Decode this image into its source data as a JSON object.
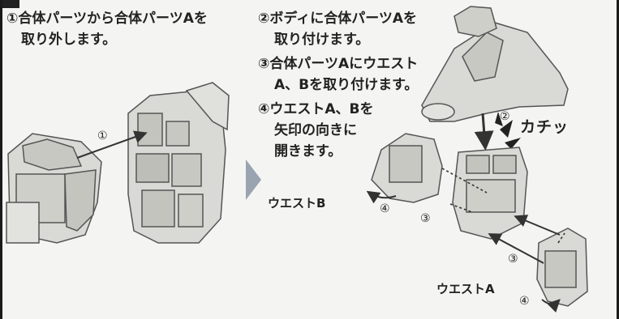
{
  "step1": {
    "line1": "①合体パーツから合体パーツAを",
    "line2": "取り外します。"
  },
  "step2": {
    "line1": "②ボディに合体パーツAを",
    "line2": "取り付けます。"
  },
  "step3": {
    "line1": "③合体パーツAにウエスト",
    "line2": "A、Bを取り付けます。"
  },
  "step4": {
    "line1": "④ウエストA、Bを",
    "line2": "矢印の向きに",
    "line3": "開きます。"
  },
  "labels": {
    "waist_b": "ウエストB",
    "waist_a": "ウエストA",
    "sound": "カチッ"
  },
  "markers": {
    "one": "①",
    "two": "②",
    "three": "③",
    "four": "④"
  },
  "colors": {
    "part_fill": "#d9d9d5",
    "part_stroke": "#555555",
    "background": "#f4f4f2"
  }
}
